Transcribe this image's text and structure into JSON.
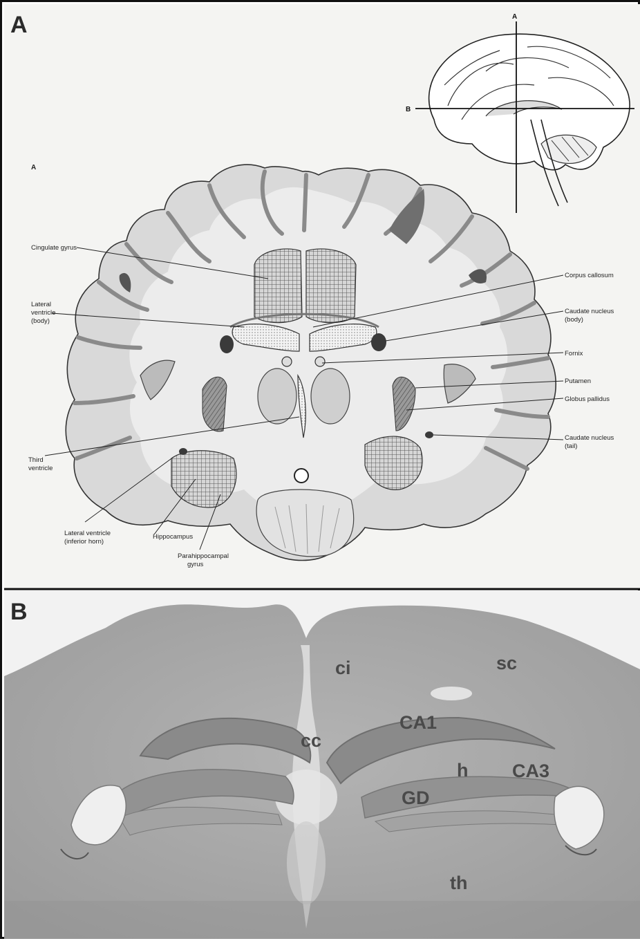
{
  "panels": {
    "a": {
      "letter": "A",
      "sublabel": "A",
      "inset_axes": {
        "vertical": "A",
        "horizontal": "B"
      },
      "labels": {
        "cingulate_gyrus": "Cingulate gyrus",
        "lateral_ventricle_body_1": "Lateral",
        "lateral_ventricle_body_2": "ventricle",
        "lateral_ventricle_body_3": "(body)",
        "third_ventricle_1": "Third",
        "third_ventricle_2": "ventricle",
        "lateral_ventricle_inf_1": "Lateral ventricle",
        "lateral_ventricle_inf_2": "(inferior horn)",
        "hippocampus": "Hippocampus",
        "parahippocampal_1": "Parahippocampal",
        "parahippocampal_2": "gyrus",
        "corpus_callosum": "Corpus callosum",
        "caudate_body_1": "Caudate nucleus",
        "caudate_body_2": "(body)",
        "fornix": "Fornix",
        "putamen": "Putamen",
        "globus_pallidus": "Globus pallidus",
        "caudate_tail_1": "Caudate nucleus",
        "caudate_tail_2": "(tail)"
      }
    },
    "b": {
      "letter": "B",
      "labels": {
        "ci": "ci",
        "sc": "sc",
        "cc": "cc",
        "ca1": "CA1",
        "h": "h",
        "ca3": "CA3",
        "gd": "GD",
        "th": "th"
      }
    }
  },
  "colors": {
    "photo_bg": "#a7a7a7",
    "tissue_dark": "#8f8f8f",
    "white_matter": "#e9e9e9",
    "gray_matter": "#c9c9c9"
  }
}
